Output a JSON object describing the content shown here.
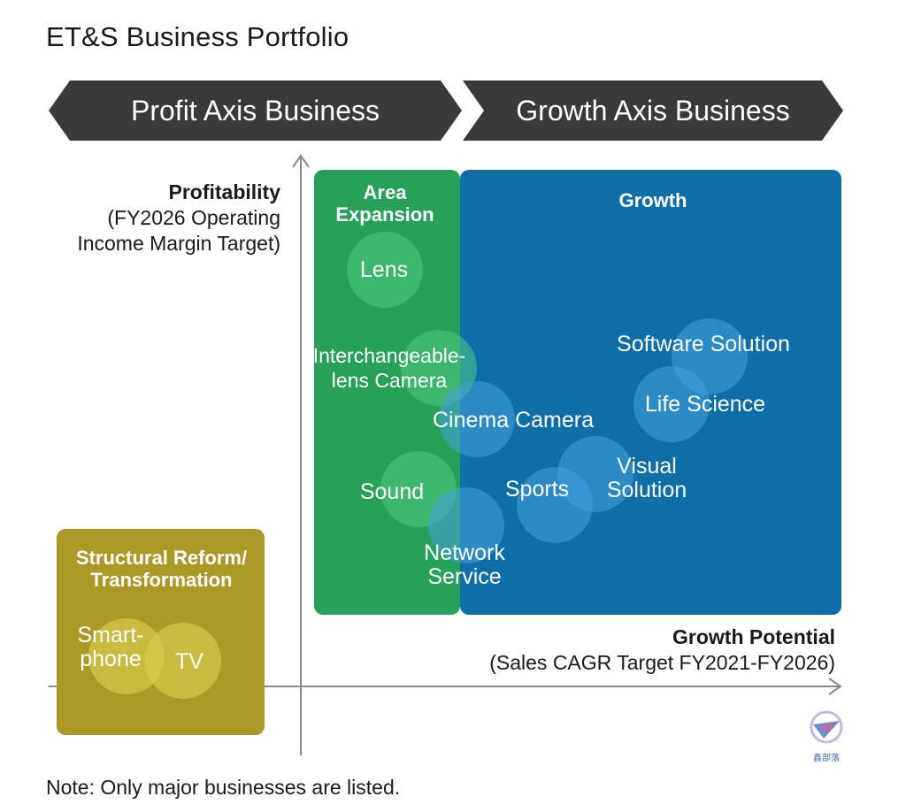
{
  "title": "ET&S Business Portfolio",
  "banners": {
    "profit": "Profit Axis Business",
    "growth": "Growth Axis Business"
  },
  "y_axis": {
    "title": "Profitability",
    "line1": "(FY2026 Operating",
    "line2": "Income Margin Target)"
  },
  "x_axis": {
    "title": "Growth Potential",
    "subtitle": "(Sales CAGR Target FY2021-FY2026)"
  },
  "panels": {
    "structural": {
      "line1": "Structural Reform/",
      "line2": "Transformation"
    },
    "area": {
      "line1": "Area",
      "line2": "Expansion"
    },
    "growth": {
      "title": "Growth"
    }
  },
  "businesses": {
    "smartphone": {
      "line1": "Smart-",
      "line2": "phone"
    },
    "tv": "TV",
    "lens": "Lens",
    "interchangeable": {
      "line1": "Interchangeable-",
      "line2": "lens Camera"
    },
    "cinema": "Cinema Camera",
    "sound": "Sound",
    "network": {
      "line1": "Network",
      "line2": "Service"
    },
    "software": "Software Solution",
    "life_science": "Life Science",
    "sports": "Sports",
    "visual": {
      "line1": "Visual",
      "line2": "Solution"
    }
  },
  "note": "Note: Only major businesses are listed.",
  "watermark": "鑫部落",
  "colors": {
    "banner": "#3a3a3a",
    "structural": "#a99a28",
    "area": "#27a05a",
    "growth": "#0e6fa8"
  }
}
